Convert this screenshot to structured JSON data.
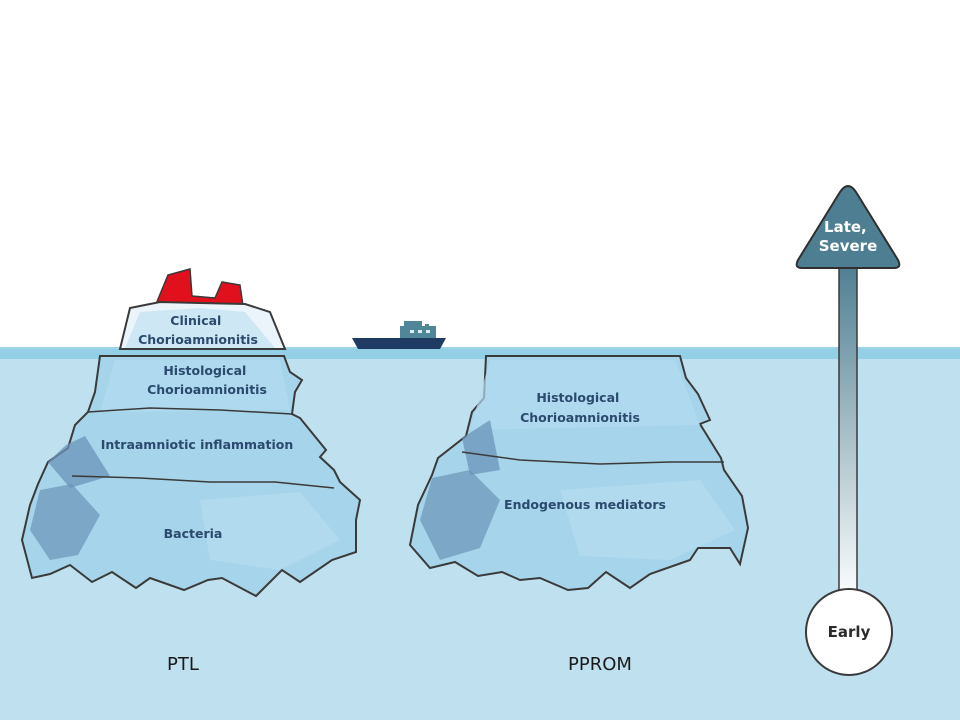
{
  "left_iceberg": {
    "caption": "PTL",
    "layers": [
      {
        "line1": "Clinical",
        "line2": "Chorioamnionitis"
      },
      {
        "line1": "Histological",
        "line2": "Chorioamnionitis"
      },
      {
        "line1": "Intraamniotic inflammation",
        "line2": ""
      },
      {
        "line1": "Bacteria",
        "line2": ""
      }
    ]
  },
  "right_iceberg": {
    "caption": "PPROM",
    "layers": [
      {
        "line1": "Histological",
        "line2": "Chorioamnionitis"
      },
      {
        "line1": "Endogenous mediators",
        "line2": ""
      }
    ]
  },
  "scale": {
    "top_line1": "Late,",
    "top_line2": "Severe",
    "bottom": "Early"
  },
  "colors": {
    "water": "#bfe1ef",
    "water_line": "#8ccde3",
    "ice": "#a6d4ea",
    "ice_dark": "#6b94b8",
    "tip_red": "#e0101c",
    "scale_fill": "#4e7e91"
  }
}
